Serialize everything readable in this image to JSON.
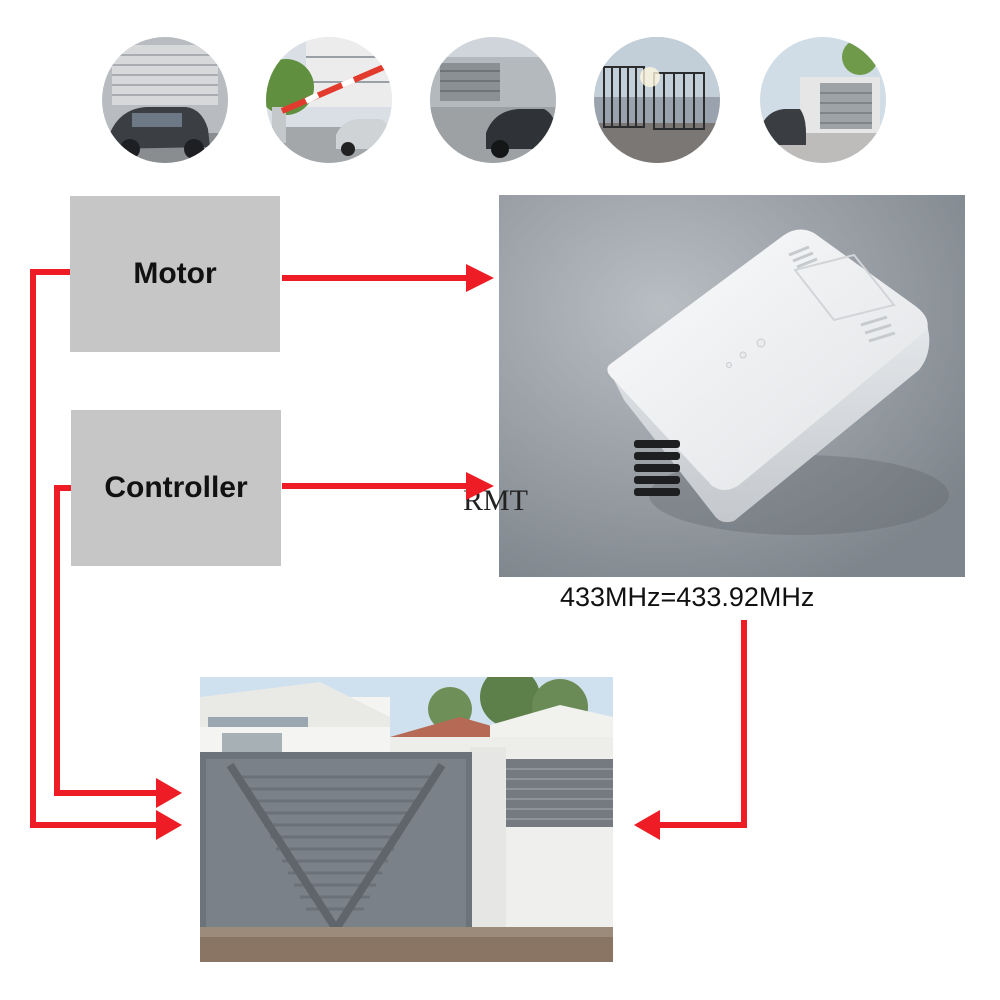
{
  "diagram": {
    "nodes": {
      "motor": {
        "label": "Motor"
      },
      "controller": {
        "label": "Controller"
      }
    },
    "frequency_label": "433MHz=433.92MHz",
    "watermark": "RMT",
    "edges": [
      {
        "from": "motor",
        "to": "remote-receiver"
      },
      {
        "from": "controller",
        "to": "remote-receiver"
      },
      {
        "from": "motor",
        "to": "gate"
      },
      {
        "from": "controller",
        "to": "gate"
      },
      {
        "from": "remote-receiver",
        "to": "gate"
      }
    ]
  },
  "colors": {
    "arrow": "#ee1c24",
    "box_fill": "#c6c6c6",
    "receiver_body": "#f2f3f5",
    "background_photo": "#8f959c",
    "gate": "#6d737a"
  },
  "thumbnails": [
    {
      "icon": "garage-door-car-icon"
    },
    {
      "icon": "barrier-gate-icon"
    },
    {
      "icon": "sliding-gate-car-icon"
    },
    {
      "icon": "metal-fence-gate-icon"
    },
    {
      "icon": "modern-gate-icon"
    }
  ]
}
